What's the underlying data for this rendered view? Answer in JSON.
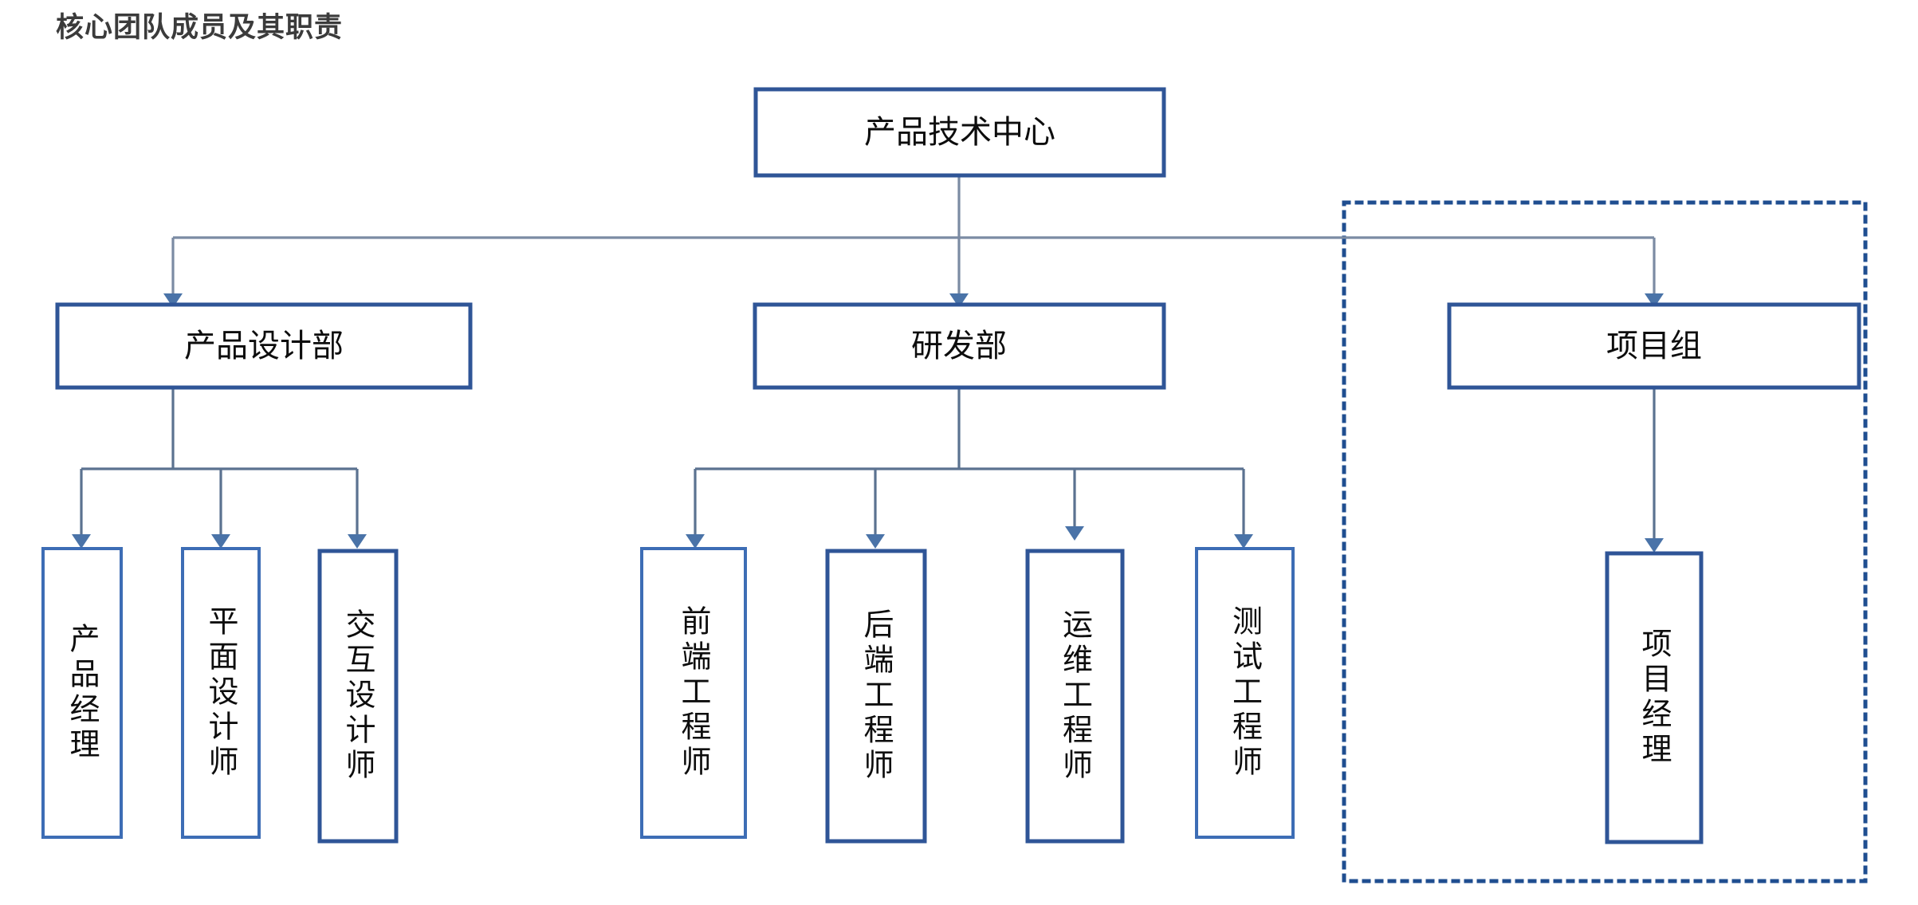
{
  "page": {
    "title": "核心团队成员及其职责",
    "background": "#ffffff",
    "title_color": "#3b3b3b"
  },
  "colors": {
    "node_border": "#2f5597",
    "node_border_soft": "#3d6db5",
    "group_frame": "#1f4e90",
    "connector": "#7b8ba3",
    "arrow": "#4a73a8",
    "text": "#0d0d0d"
  },
  "chart_data": {
    "type": "diagram",
    "title": "核心团队成员及其职责",
    "diagram_kind": "org-chart",
    "root": "产品技术中心",
    "nodes": [
      {
        "id": "root",
        "label": "产品技术中心",
        "level": 0,
        "orientation": "horizontal"
      },
      {
        "id": "design",
        "label": "产品设计部",
        "level": 1,
        "orientation": "horizontal"
      },
      {
        "id": "rnd",
        "label": "研发部",
        "level": 1,
        "orientation": "horizontal"
      },
      {
        "id": "project",
        "label": "项目组",
        "level": 1,
        "orientation": "horizontal"
      },
      {
        "id": "pm",
        "label": "产品经理",
        "level": 2,
        "orientation": "vertical"
      },
      {
        "id": "graphic",
        "label": "平面设计师",
        "level": 2,
        "orientation": "vertical"
      },
      {
        "id": "interaction",
        "label": "交互设计师",
        "level": 2,
        "orientation": "vertical"
      },
      {
        "id": "frontend",
        "label": "前端工程师",
        "level": 2,
        "orientation": "vertical"
      },
      {
        "id": "backend",
        "label": "后端工程师",
        "level": 2,
        "orientation": "vertical"
      },
      {
        "id": "devops",
        "label": "运维工程师",
        "level": 2,
        "orientation": "vertical"
      },
      {
        "id": "qa",
        "label": "测试工程师",
        "level": 2,
        "orientation": "vertical"
      },
      {
        "id": "projman",
        "label": "项目经理",
        "level": 2,
        "orientation": "vertical"
      }
    ],
    "edges": [
      {
        "from": "root",
        "to": "design"
      },
      {
        "from": "root",
        "to": "rnd"
      },
      {
        "from": "root",
        "to": "project"
      },
      {
        "from": "design",
        "to": "pm"
      },
      {
        "from": "design",
        "to": "graphic"
      },
      {
        "from": "design",
        "to": "interaction"
      },
      {
        "from": "rnd",
        "to": "frontend"
      },
      {
        "from": "rnd",
        "to": "backend"
      },
      {
        "from": "rnd",
        "to": "devops"
      },
      {
        "from": "rnd",
        "to": "qa"
      },
      {
        "from": "project",
        "to": "projman"
      }
    ],
    "groups": [
      {
        "id": "project-group",
        "style": "dotted-rectangle",
        "contains": [
          "project",
          "projman"
        ]
      }
    ]
  },
  "labels": {
    "root": "产品技术中心",
    "design": "产品设计部",
    "rnd": "研发部",
    "project": "项目组",
    "pm": "产品经理",
    "graphic": "平面设计师",
    "interaction": "交互设计师",
    "frontend": "前端工程师",
    "backend": "后端工程师",
    "devops": "运维工程师",
    "qa": "测试工程师",
    "projman": "项目经理"
  }
}
